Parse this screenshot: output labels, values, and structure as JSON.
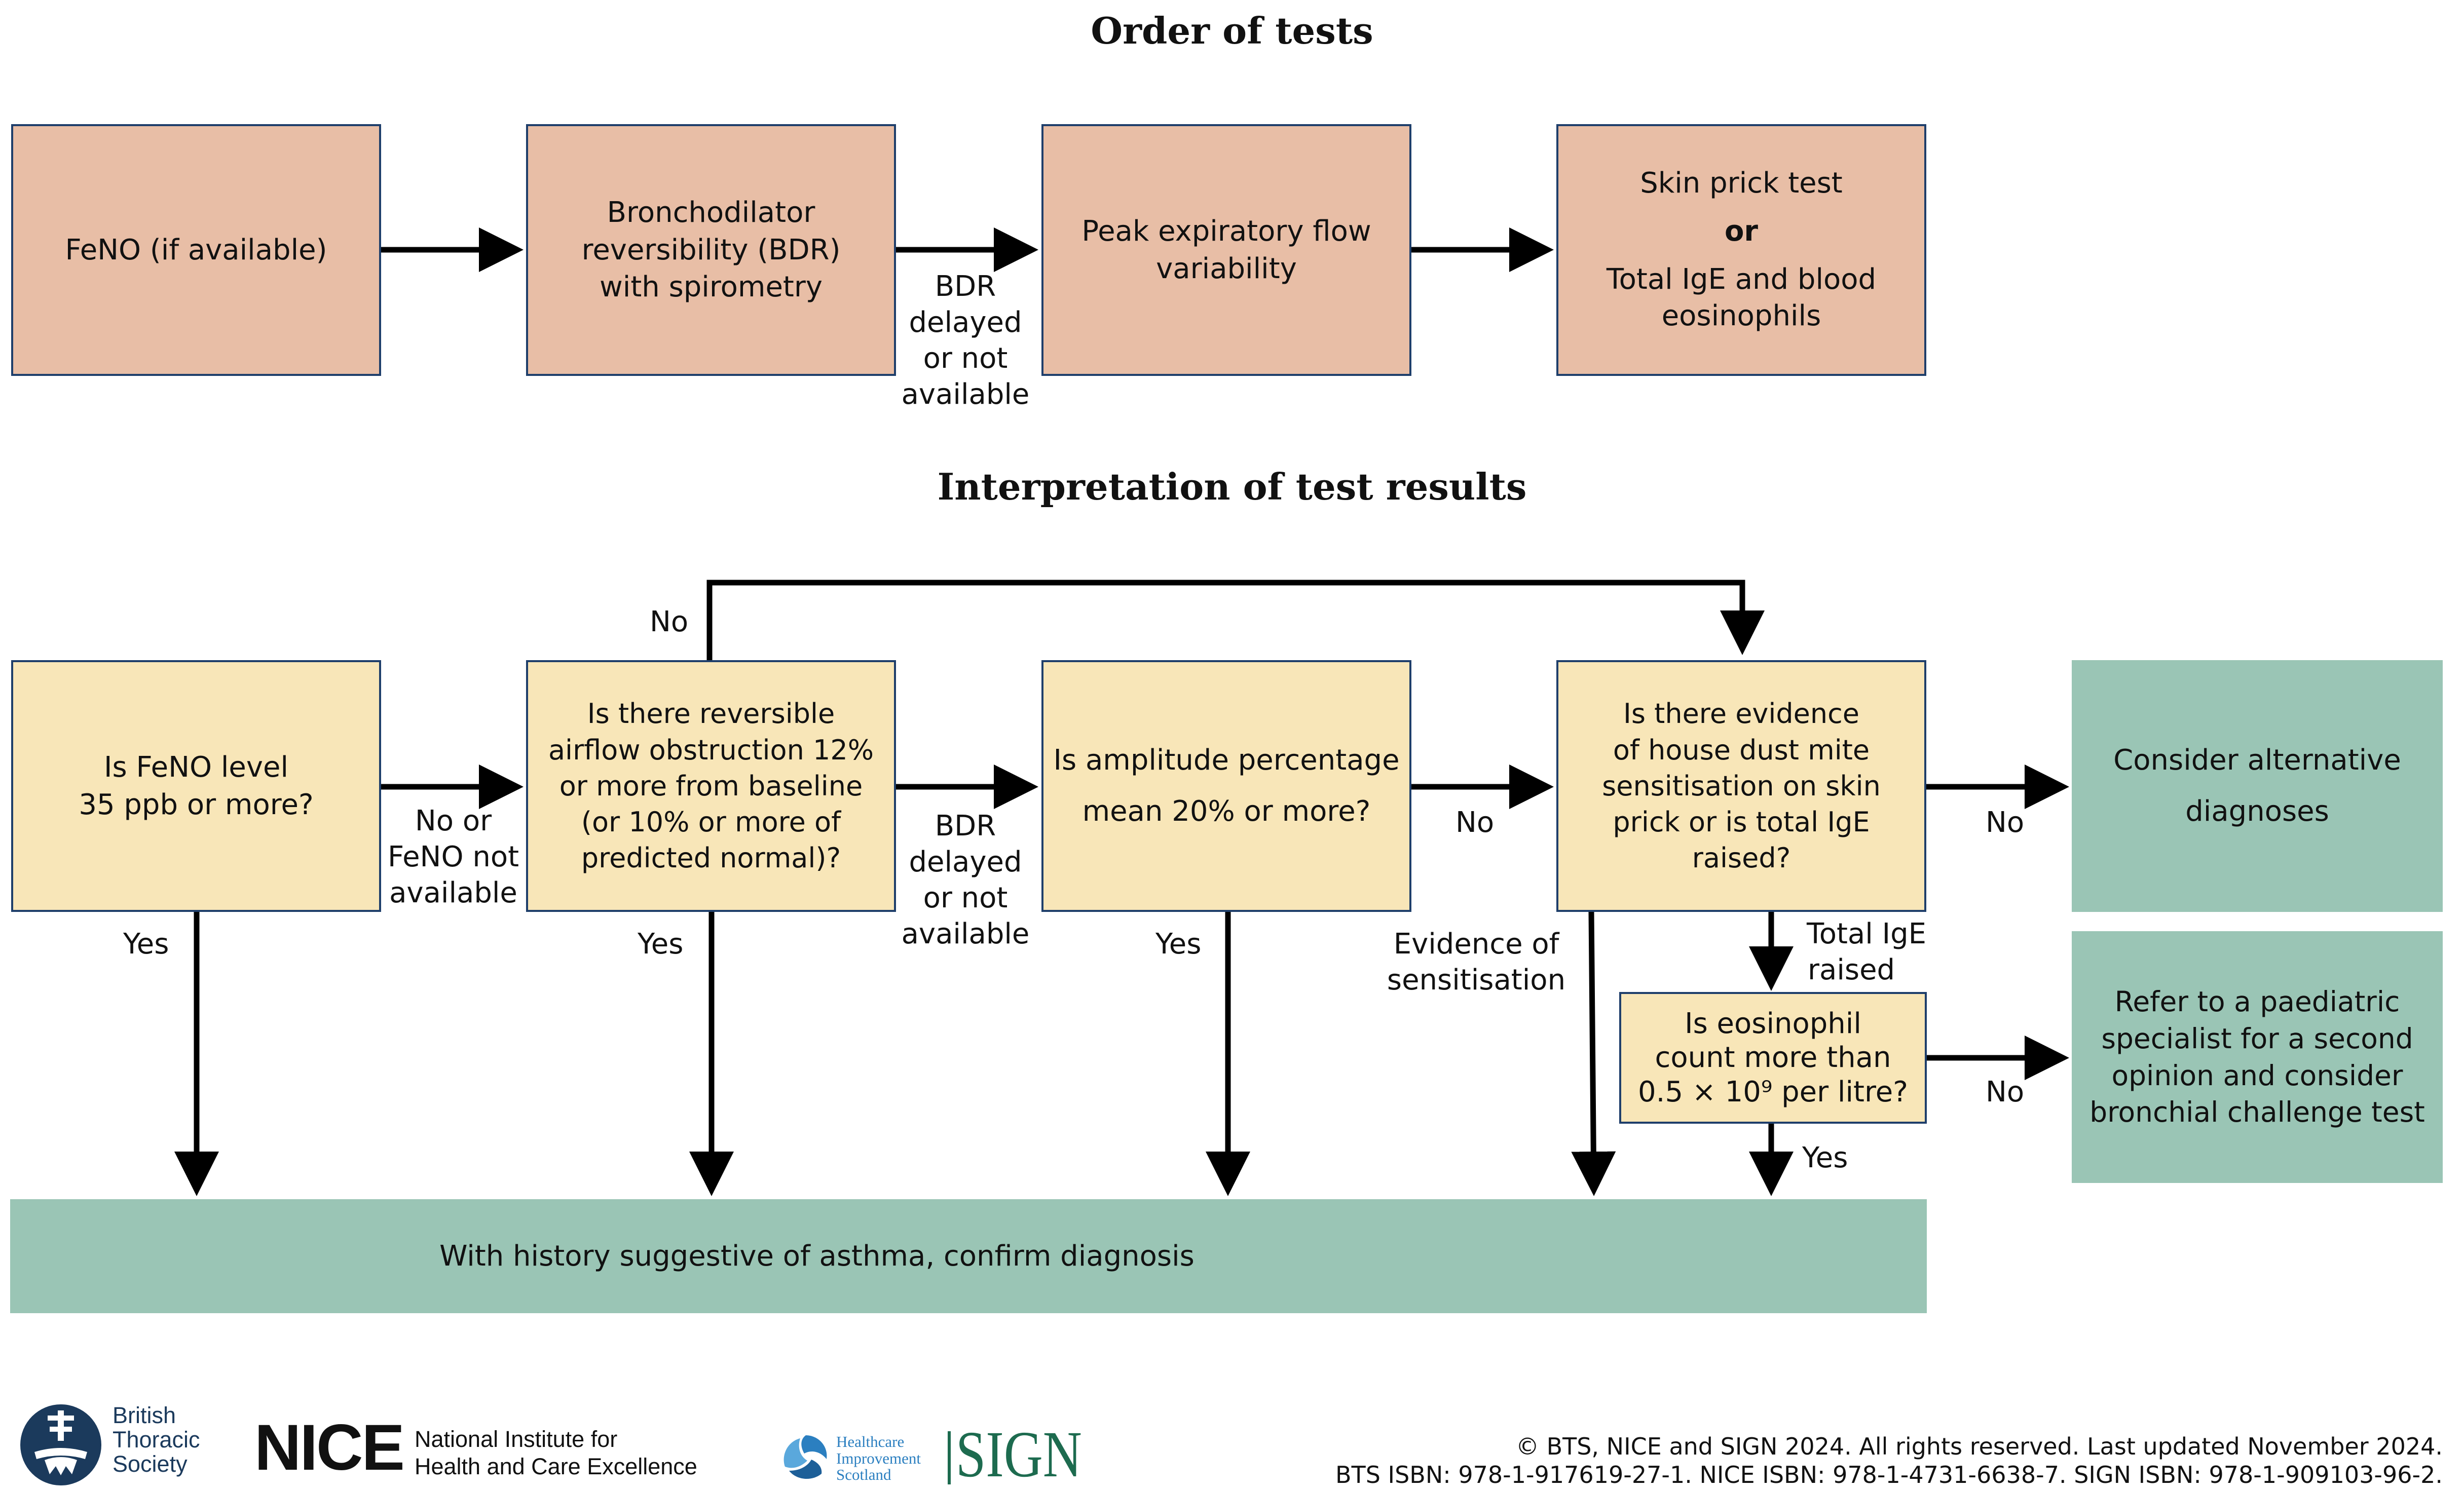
{
  "titles": {
    "order": "Order of tests",
    "interpretation": "Interpretation of test results"
  },
  "order_of_tests": {
    "feno": "FeNO (if available)",
    "bdr": [
      "Bronchodilator",
      "reversibility (BDR)",
      "with spirometry"
    ],
    "bdr_delayed_label": [
      "BDR",
      "delayed",
      "or not",
      "available"
    ],
    "pef": [
      "Peak expiratory flow",
      "variability"
    ],
    "skin": {
      "line1": "Skin prick test",
      "or": "or",
      "line2": [
        "Total IgE and blood",
        "eosinophils"
      ]
    }
  },
  "interpretation": {
    "q_feno": [
      "Is FeNO level",
      "35 ppb or more?"
    ],
    "q_bdr": [
      "Is there reversible",
      "airflow obstruction 12%",
      "or more from baseline",
      "(or 10% or more of",
      "predicted normal)?"
    ],
    "q_amp": [
      "Is amplitude percentage",
      "mean 20% or more?"
    ],
    "q_hdm": [
      "Is there evidence",
      "of house dust mite",
      "sensitisation on skin",
      "prick or is total IgE",
      "raised?"
    ],
    "q_eos": [
      "Is eosinophil",
      "count more than",
      "0.5 × 10⁹ per litre?"
    ],
    "alt_diagnoses": [
      "Consider alternative",
      "diagnoses"
    ],
    "refer": [
      "Refer to a paediatric",
      "specialist for a second",
      "opinion and consider",
      "bronchial challenge test"
    ],
    "confirm": "With history suggestive of asthma, confirm diagnosis",
    "labels": {
      "no_top": "No",
      "no_feno_not_available": [
        "No or",
        "FeNO not",
        "available"
      ],
      "bdr_delayed": [
        "BDR",
        "delayed",
        "or not",
        "available"
      ],
      "no_amp": "No",
      "no_alt": "No",
      "no_refer": "No",
      "yes_feno": "Yes",
      "yes_bdr": "Yes",
      "yes_amp": "Yes",
      "yes_eos": "Yes",
      "evidence_sensitisation": [
        "Evidence of",
        "sensitisation"
      ],
      "total_ige_raised": [
        "Total IgE",
        "raised"
      ]
    }
  },
  "footer": {
    "bts": [
      "British",
      "Thoracic",
      "Society"
    ],
    "nice_logo": "NICE",
    "nice_text": [
      "National Institute for",
      "Health and Care Excellence"
    ],
    "his": [
      "Healthcare",
      "Improvement",
      "Scotland"
    ],
    "sign": "SIGN",
    "copyright": "© BTS, NICE and SIGN 2024. All rights reserved. Last updated November 2024.",
    "isbn": "BTS ISBN: 978-1-917619-27-1. NICE ISBN: 978-1-4731-6638-7. SIGN ISBN: 978-1-909103-96-2."
  },
  "colors": {
    "salmon": "#e8bea6",
    "yellow": "#f8e6b8",
    "green": "#9ac5b5",
    "border": "#1f3f6b",
    "his_blue": "#2b7fc0",
    "sign_green": "#1d6b4f",
    "bts_navy": "#1b3a5c"
  }
}
